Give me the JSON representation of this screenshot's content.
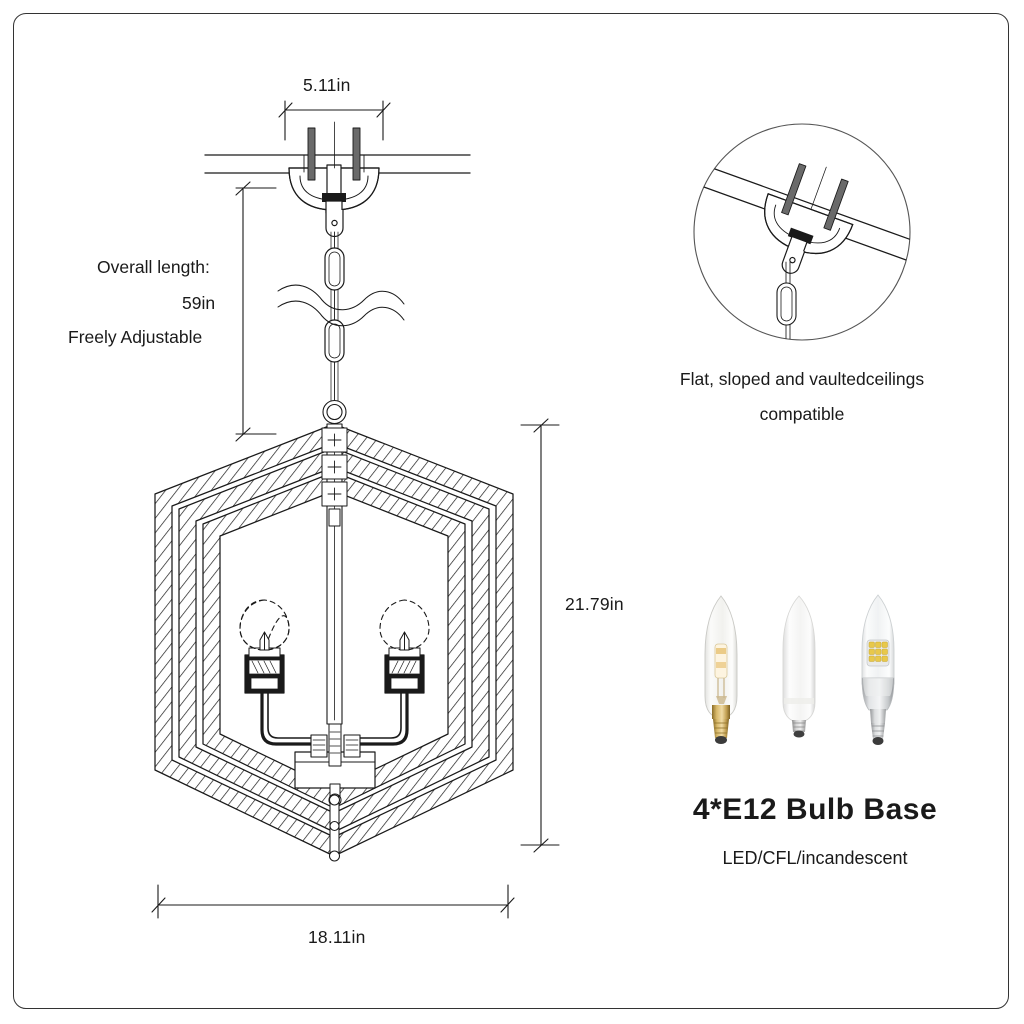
{
  "page": {
    "background": "#ffffff",
    "border_color": "#333333",
    "line_color": "#1a1a1a"
  },
  "dimensions": {
    "width_top": {
      "label": "5.11in",
      "name": "canopy-width"
    },
    "overall_length": {
      "line1": "Overall length:",
      "line2": "59in",
      "line3": "Freely Adjustable"
    },
    "height_body": {
      "label": "21.79in",
      "name": "fixture-height"
    },
    "width_body": {
      "label": "18.11in",
      "name": "fixture-width"
    }
  },
  "inset": {
    "caption_line1": "Flat, sloped and vaultedceilings",
    "caption_line2": "compatible"
  },
  "bulbs": {
    "title": "4*E12 Bulb Base",
    "subtitle": "LED/CFL/incandescent",
    "items": [
      {
        "type": "halogen",
        "glass": "#f4f4f2",
        "base": "#b9953f",
        "accent": "#e8c377"
      },
      {
        "type": "cfl",
        "glass": "#f7f7f5",
        "base": "#c8c8c8",
        "accent": "#ffffff"
      },
      {
        "type": "led",
        "glass": "#f2f3f4",
        "base": "#c4c6c8",
        "accent": "#e8c84a"
      }
    ]
  }
}
